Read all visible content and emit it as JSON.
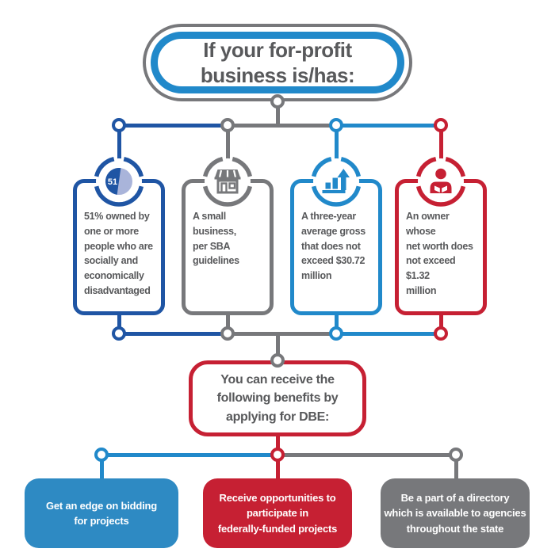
{
  "title": "If your for-profit\nbusiness is/has:",
  "criteria": [
    {
      "icon": "pie-chart-51-icon",
      "badge": "51",
      "text": "51% owned by\none or more\npeople who are\nsocially and\neconomically\ndisadvantaged"
    },
    {
      "icon": "storefront-icon",
      "text": "A small business,\nper SBA\nguidelines"
    },
    {
      "icon": "bar-chart-growth-icon",
      "text": "A three-year\naverage gross\nthat does not\nexceed $30.72\nmillion"
    },
    {
      "icon": "business-owner-icon",
      "text": "An owner whose\nnet worth does\nnot exceed $1.32\nmillion"
    }
  ],
  "benefits_header": "You can receive the\nfollowing benefits by\napplying for DBE:",
  "benefits": [
    {
      "text": "Get an edge on bidding\nfor projects"
    },
    {
      "text": "Receive opportunities to\nparticipate in\nfederally-funded projects"
    },
    {
      "text": "Be a part of a directory\nwhich is available to agencies\nthroughout the state"
    }
  ],
  "colors": {
    "darkblue": "#1f55a4",
    "lightblue": "#2189ca",
    "fillblue": "#2e8ac3",
    "red": "#c62033",
    "gray": "#77787b",
    "text": "#58595b",
    "periwinkle": "#a9b4da"
  }
}
